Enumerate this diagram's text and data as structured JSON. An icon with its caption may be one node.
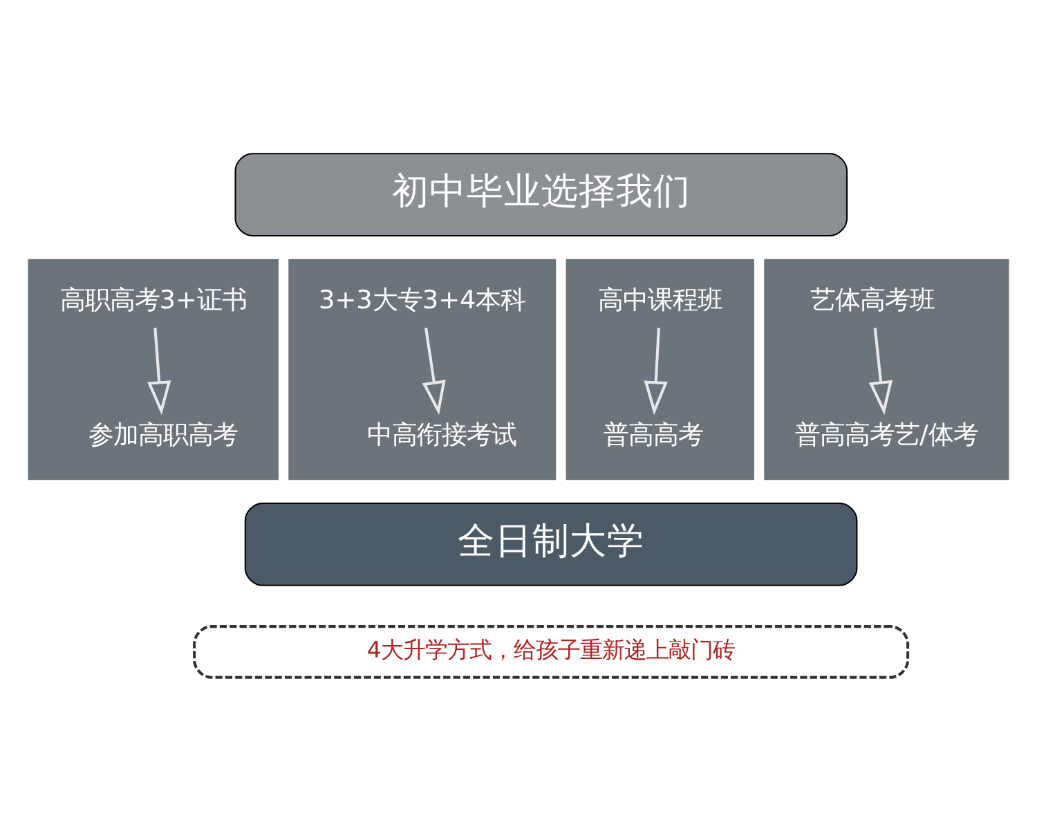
{
  "diagram": {
    "nodes": [
      {
        "text": [
          "初中毕业选择我们"
        ]
      },
      {
        "text": [],
        "shape": "arrow"
      },
      {
        "text": [
          "高职高考3+证书"
        ],
        "in": 1
      },
      {
        "text": [
          "参加高职高考"
        ],
        "in": 1
      },
      {
        "text": [],
        "shape": "arrow"
      },
      {
        "text": [
          "3+3大专3+4本科"
        ],
        "in": 4
      },
      {
        "text": [
          "中高衔接考试"
        ],
        "in": 4
      },
      {
        "text": [],
        "shape": "arrow"
      },
      {
        "text": [
          "高中课程班"
        ],
        "in": 7
      },
      {
        "text": [
          "普高高考"
        ],
        "in": 7
      },
      {
        "text": [],
        "shape": "arrow"
      },
      {
        "text": [
          "艺体高考班"
        ],
        "in": 10
      },
      {
        "text": [
          "普高高考艺/体考"
        ],
        "in": 10
      },
      {
        "text": [
          "全日制大学"
        ]
      },
      {
        "text": [
          "4大升学方式，给孩子重新递上敲门砖"
        ]
      }
    ],
    "edges": [
      {
        "from": 2,
        "to": 3,
        "arrow": "to"
      },
      {
        "from": 5,
        "to": 6,
        "arrow": "to"
      },
      {
        "from": 8,
        "to": 9,
        "arrow": "to"
      },
      {
        "from": 11,
        "to": 12,
        "arrow": "to"
      }
    ]
  }
}
